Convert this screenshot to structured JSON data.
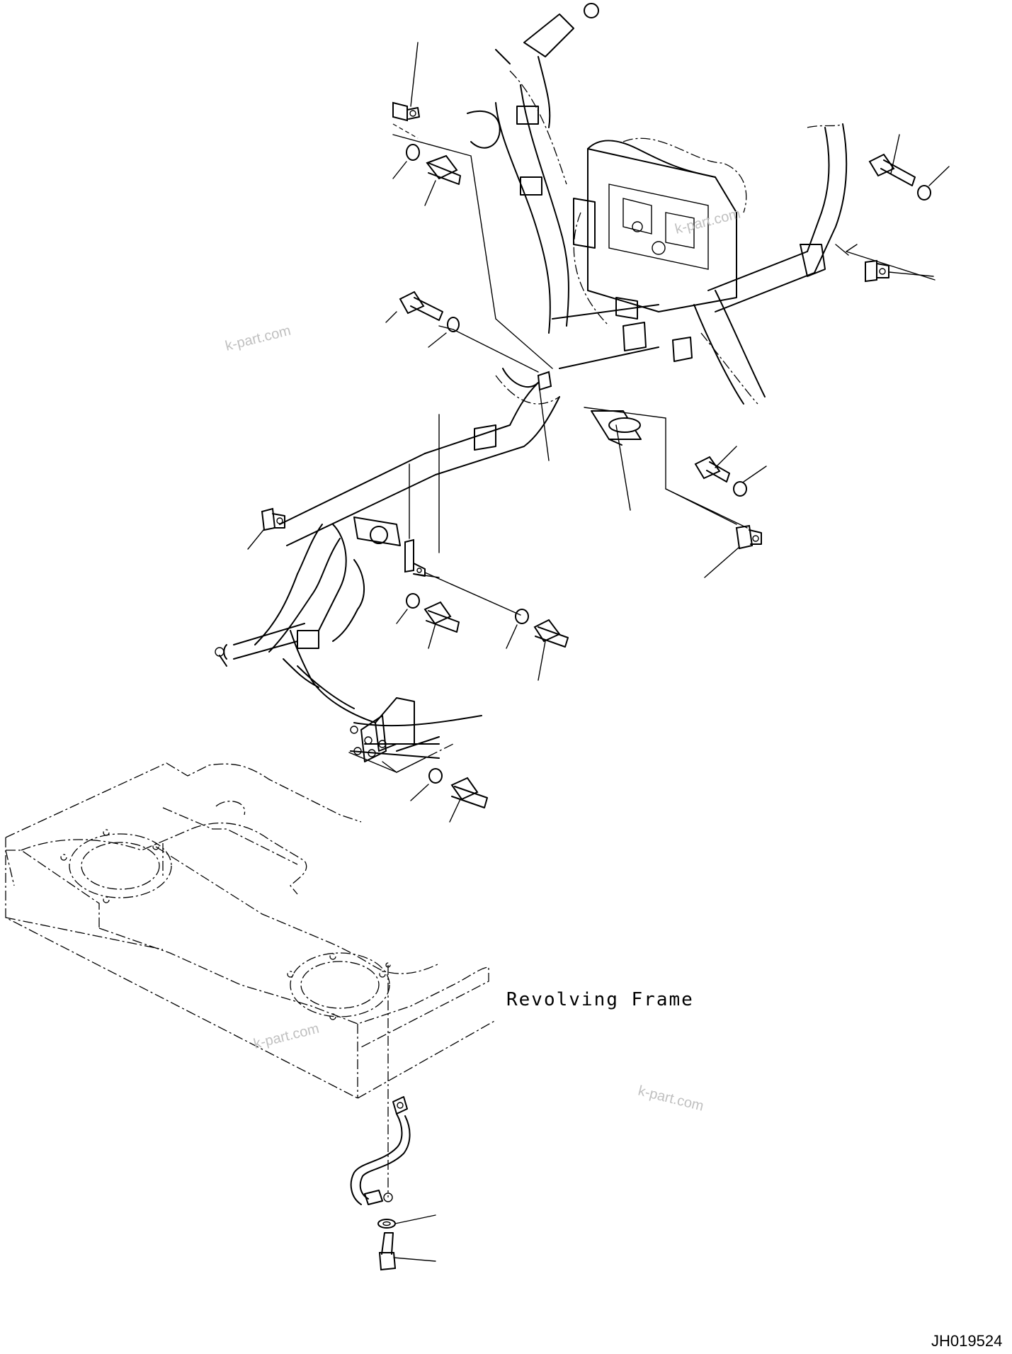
{
  "diagram": {
    "frame_label": "Revolving Frame",
    "drawing_number": "JH019524",
    "watermarks": [
      "k-part.com",
      "k-part.com",
      "k-part.com",
      "k-part.com"
    ]
  }
}
